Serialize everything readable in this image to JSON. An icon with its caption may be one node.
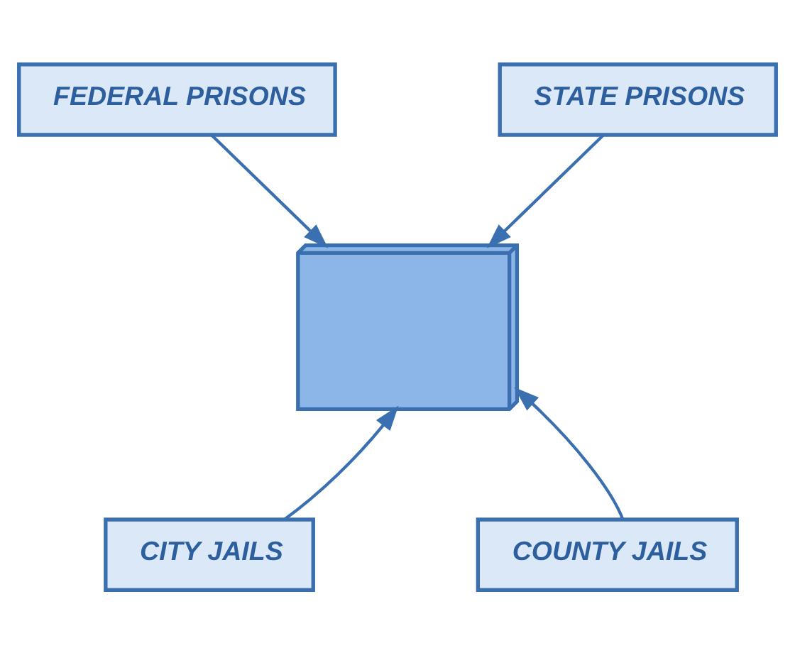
{
  "diagram": {
    "nodes": [
      {
        "text": [
          "FEDERAL PRISONS"
        ]
      },
      {
        "text": [
          "STATE PRISONS"
        ]
      },
      {
        "text": [],
        "shape": "box"
      },
      {
        "text": [
          "CITY JAILS"
        ]
      },
      {
        "text": [
          "COUNTY JAILS"
        ]
      }
    ],
    "edges": [
      {
        "from": 0,
        "to": 2,
        "arrow": "to"
      },
      {
        "from": 1,
        "to": 2,
        "arrow": "to"
      },
      {
        "from": 3,
        "to": 2,
        "arrow": "to"
      },
      {
        "from": 4,
        "to": 2,
        "arrow": "to"
      }
    ]
  }
}
